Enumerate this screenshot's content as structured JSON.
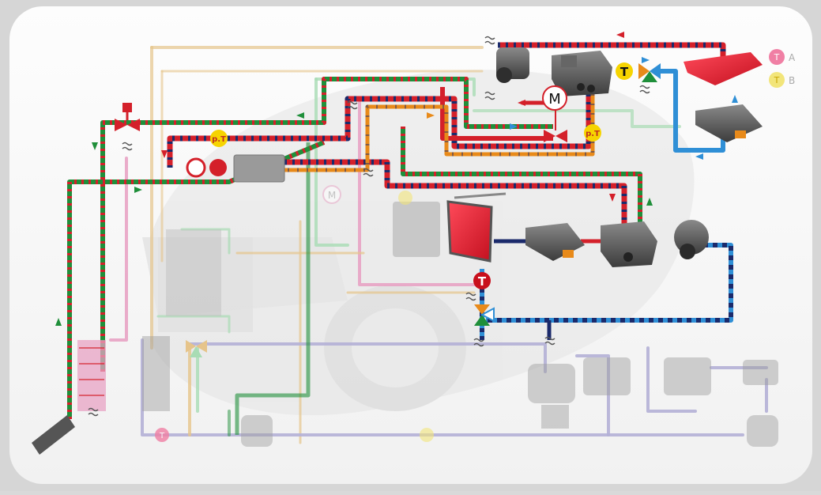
{
  "legend": {
    "a": {
      "letter": "T",
      "label": "A",
      "color": "#f07fa4"
    },
    "b": {
      "letter": "T",
      "label": "B",
      "color": "#f2e57a"
    }
  },
  "labels": {
    "motor": "M",
    "pt": "p.T",
    "t": "T",
    "ghost_motor": "M",
    "ghost_t": "T"
  },
  "colors": {
    "red": "#d4202a",
    "green": "#1f8f3a",
    "orange": "#e88a1a",
    "blue": "#2f8fd6",
    "navy": "#1b2a6b",
    "pink": "#e8a3c4",
    "lavender": "#b4b0d6",
    "tan": "#e6c48a",
    "lightgreen": "#a8dcb4",
    "yellow": "#f6d400",
    "component": "#4a4a4a"
  }
}
